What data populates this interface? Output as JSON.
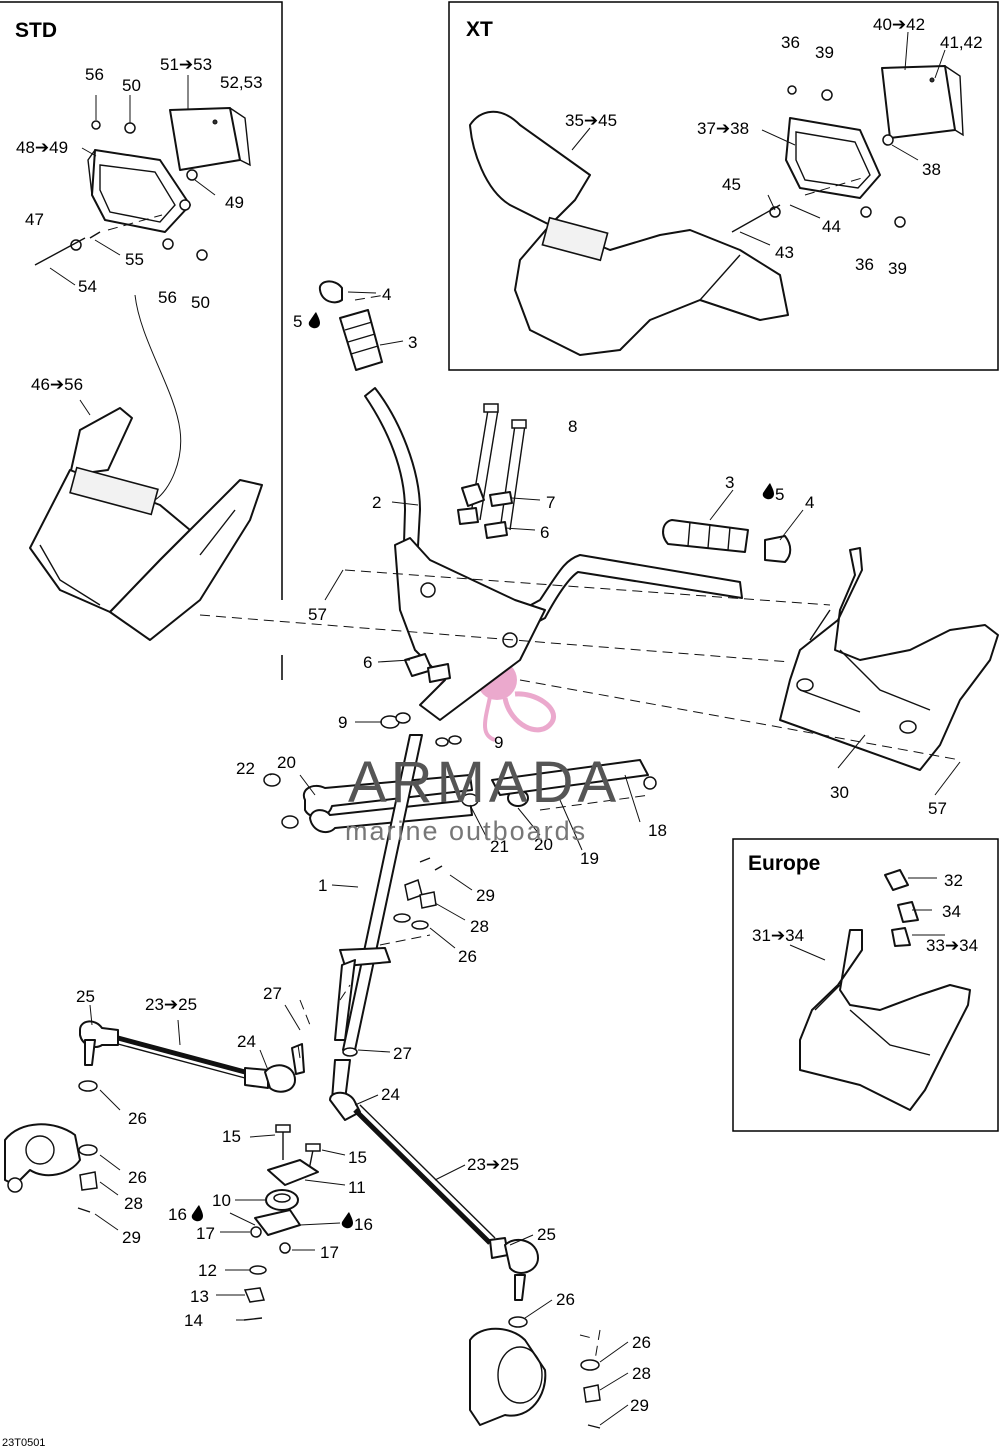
{
  "panels": {
    "std": "STD",
    "xt": "XT",
    "europe": "Europe"
  },
  "watermark": {
    "brand": "ARMADA",
    "tagline": "marine outboards",
    "logo_color": "#e9a0c8"
  },
  "reference": "23T0501",
  "callouts": {
    "c56a": "56",
    "c50a": "50",
    "c51": "51➔53",
    "c52": "52,53",
    "c48": "48➔49",
    "c49": "49",
    "c47": "47",
    "c55": "55",
    "c54": "54",
    "c56b": "56",
    "c50b": "50",
    "c46": "46➔56",
    "c36a": "36",
    "c39a": "39",
    "c40": "40➔42",
    "c4142": "41,42",
    "c35": "35➔45",
    "c37": "37➔38",
    "c38": "38",
    "c45": "45",
    "c44": "44",
    "c43": "43",
    "c36b": "36",
    "c39b": "39",
    "c4a": "4",
    "c5a": "5",
    "c3a": "3",
    "c8": "8",
    "c2": "2",
    "c7": "7",
    "c6a": "6",
    "c3b": "3",
    "c5b": "5",
    "c4b": "4",
    "c57a": "57",
    "c6b": "6",
    "c9a": "9",
    "c9b": "9",
    "c22": "22",
    "c20a": "20",
    "c21": "21",
    "c20b": "20",
    "c19": "19",
    "c18": "18",
    "c30": "30",
    "c57b": "57",
    "c32": "32",
    "c34": "34",
    "c31": "31➔34",
    "c33": "33➔34",
    "c1": "1",
    "c29a": "29",
    "c28a": "28",
    "c26a": "26",
    "c25a": "25",
    "c2325a": "23➔25",
    "c27a": "27",
    "c24a": "24",
    "c27b": "27",
    "c24b": "24",
    "c26b": "26",
    "c26c": "26",
    "c28b": "28",
    "c29b": "29",
    "c15a": "15",
    "c15b": "15",
    "c11": "11",
    "c10": "10",
    "c16a": "16",
    "c16b": "16",
    "c17a": "17",
    "c17b": "17",
    "c12": "12",
    "c13": "13",
    "c14": "14",
    "c2325b": "23➔25",
    "c25b": "25",
    "c26d": "26",
    "c26e": "26",
    "c28c": "28",
    "c29c": "29"
  }
}
